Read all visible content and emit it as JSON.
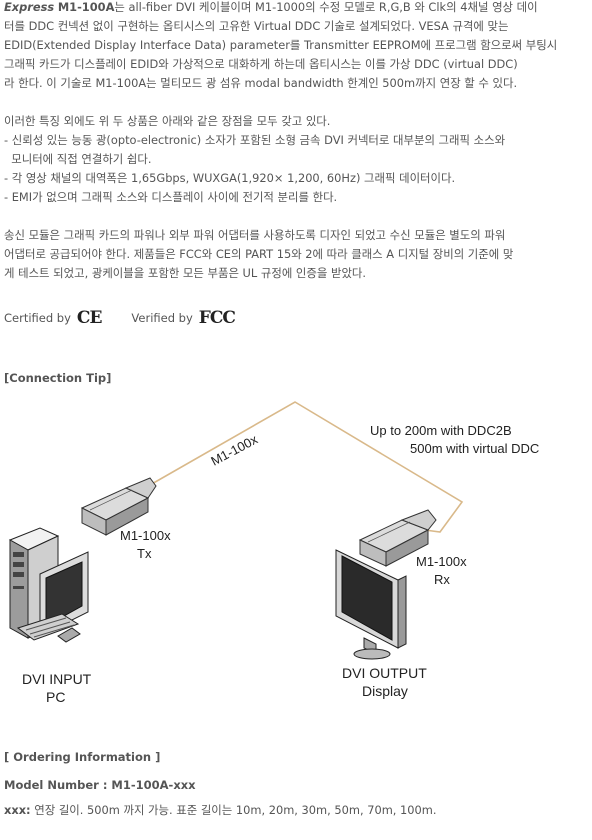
{
  "intro": {
    "brand": "Express",
    "model": "M1-100A",
    "line1_rest": "는 all-fiber DVI 케이블이며 M1-1000의 수정 모델로 R,G,B 와 Clk의 4채널 영상 데이",
    "line2": "터를 DDC 컨넥션 없이 구현하는 옵티시스의 고유한 Virtual DDC 기술로 설계되었다. VESA 규격에 맞는",
    "line3": "EDID(Extended Display Interface Data) parameter를 Transmitter EEPROM에 프로그램 함으로써 부팅시",
    "line4": "그래픽 카드가 디스플레이 EDID와 가상적으로 대화하게 하는데 옵티시스는 이를 가상 DDC (virtual DDC)",
    "line5": "라 한다. 이 기술로 M1-100A는 멀티모드 광 섬유 modal bandwidth 한계인 500m까지 연장 할 수 있다."
  },
  "features": {
    "heading": "이러한 특징 외에도 위 두 상품은 아래와 같은 장점을 모두 갖고 있다.",
    "item1a": "- 신뢰성 있는 능동 광(opto-electronic) 소자가 포함된 소형 금속 DVI 커넥터로 대부분의 그래픽 소스와",
    "item1b": "  모니터에 직접 연결하기 쉽다.",
    "item2": "- 각 영상 채널의 대역폭은 1,65Gbps, WUXGA(1,920× 1,200, 60Hz) 그래픽 데이터이다.",
    "item3": "- EMI가 없으며 그래픽 소스와 디스플레이 사이에 전기적 분리를 한다."
  },
  "power": {
    "line1": "송신 모듈은 그래픽 카드의 파워나 외부 파워 어댑터를 사용하도록 디자인 되었고 수신 모듈은 별도의 파워",
    "line2": "어댑터로 공급되어야 한다. 제품들은 FCC와 CE의 PART 15와 2에 따라 클래스 A 디지털 장비의 기준에 맞",
    "line3": "게 테스트 되었고, 광케이블을 포함한 모든 부품은 UL 규정에 인증을 받았다."
  },
  "certs": {
    "certified_label": "Certified by",
    "ce_mark": "CE",
    "verified_label": "Verified by",
    "fcc_mark": "FCC"
  },
  "connection_tip": {
    "heading": "[Connection Tip]",
    "cable_label": "M1-100x",
    "range_line1": "Up to 200m with DDC2B",
    "range_line2": "500m with virtual DDC",
    "tx_model": "M1-100x",
    "tx_label": "Tx",
    "rx_model": "M1-100x",
    "rx_label": "Rx",
    "input_line1": "DVI INPUT",
    "input_line2": "PC",
    "output_line1": "DVI OUTPUT",
    "output_line2": "Display",
    "fiber_color": "#d9b98a"
  },
  "ordering": {
    "heading": "[ Ordering Information ]",
    "model_number": "Model Number : M1-100A-xxx",
    "xxx_label": "xxx:",
    "xxx_desc": "연장 길이. 500m 까지 가능. 표준 길이는 10m, 20m, 30m, 50m, 70m, 100m."
  }
}
